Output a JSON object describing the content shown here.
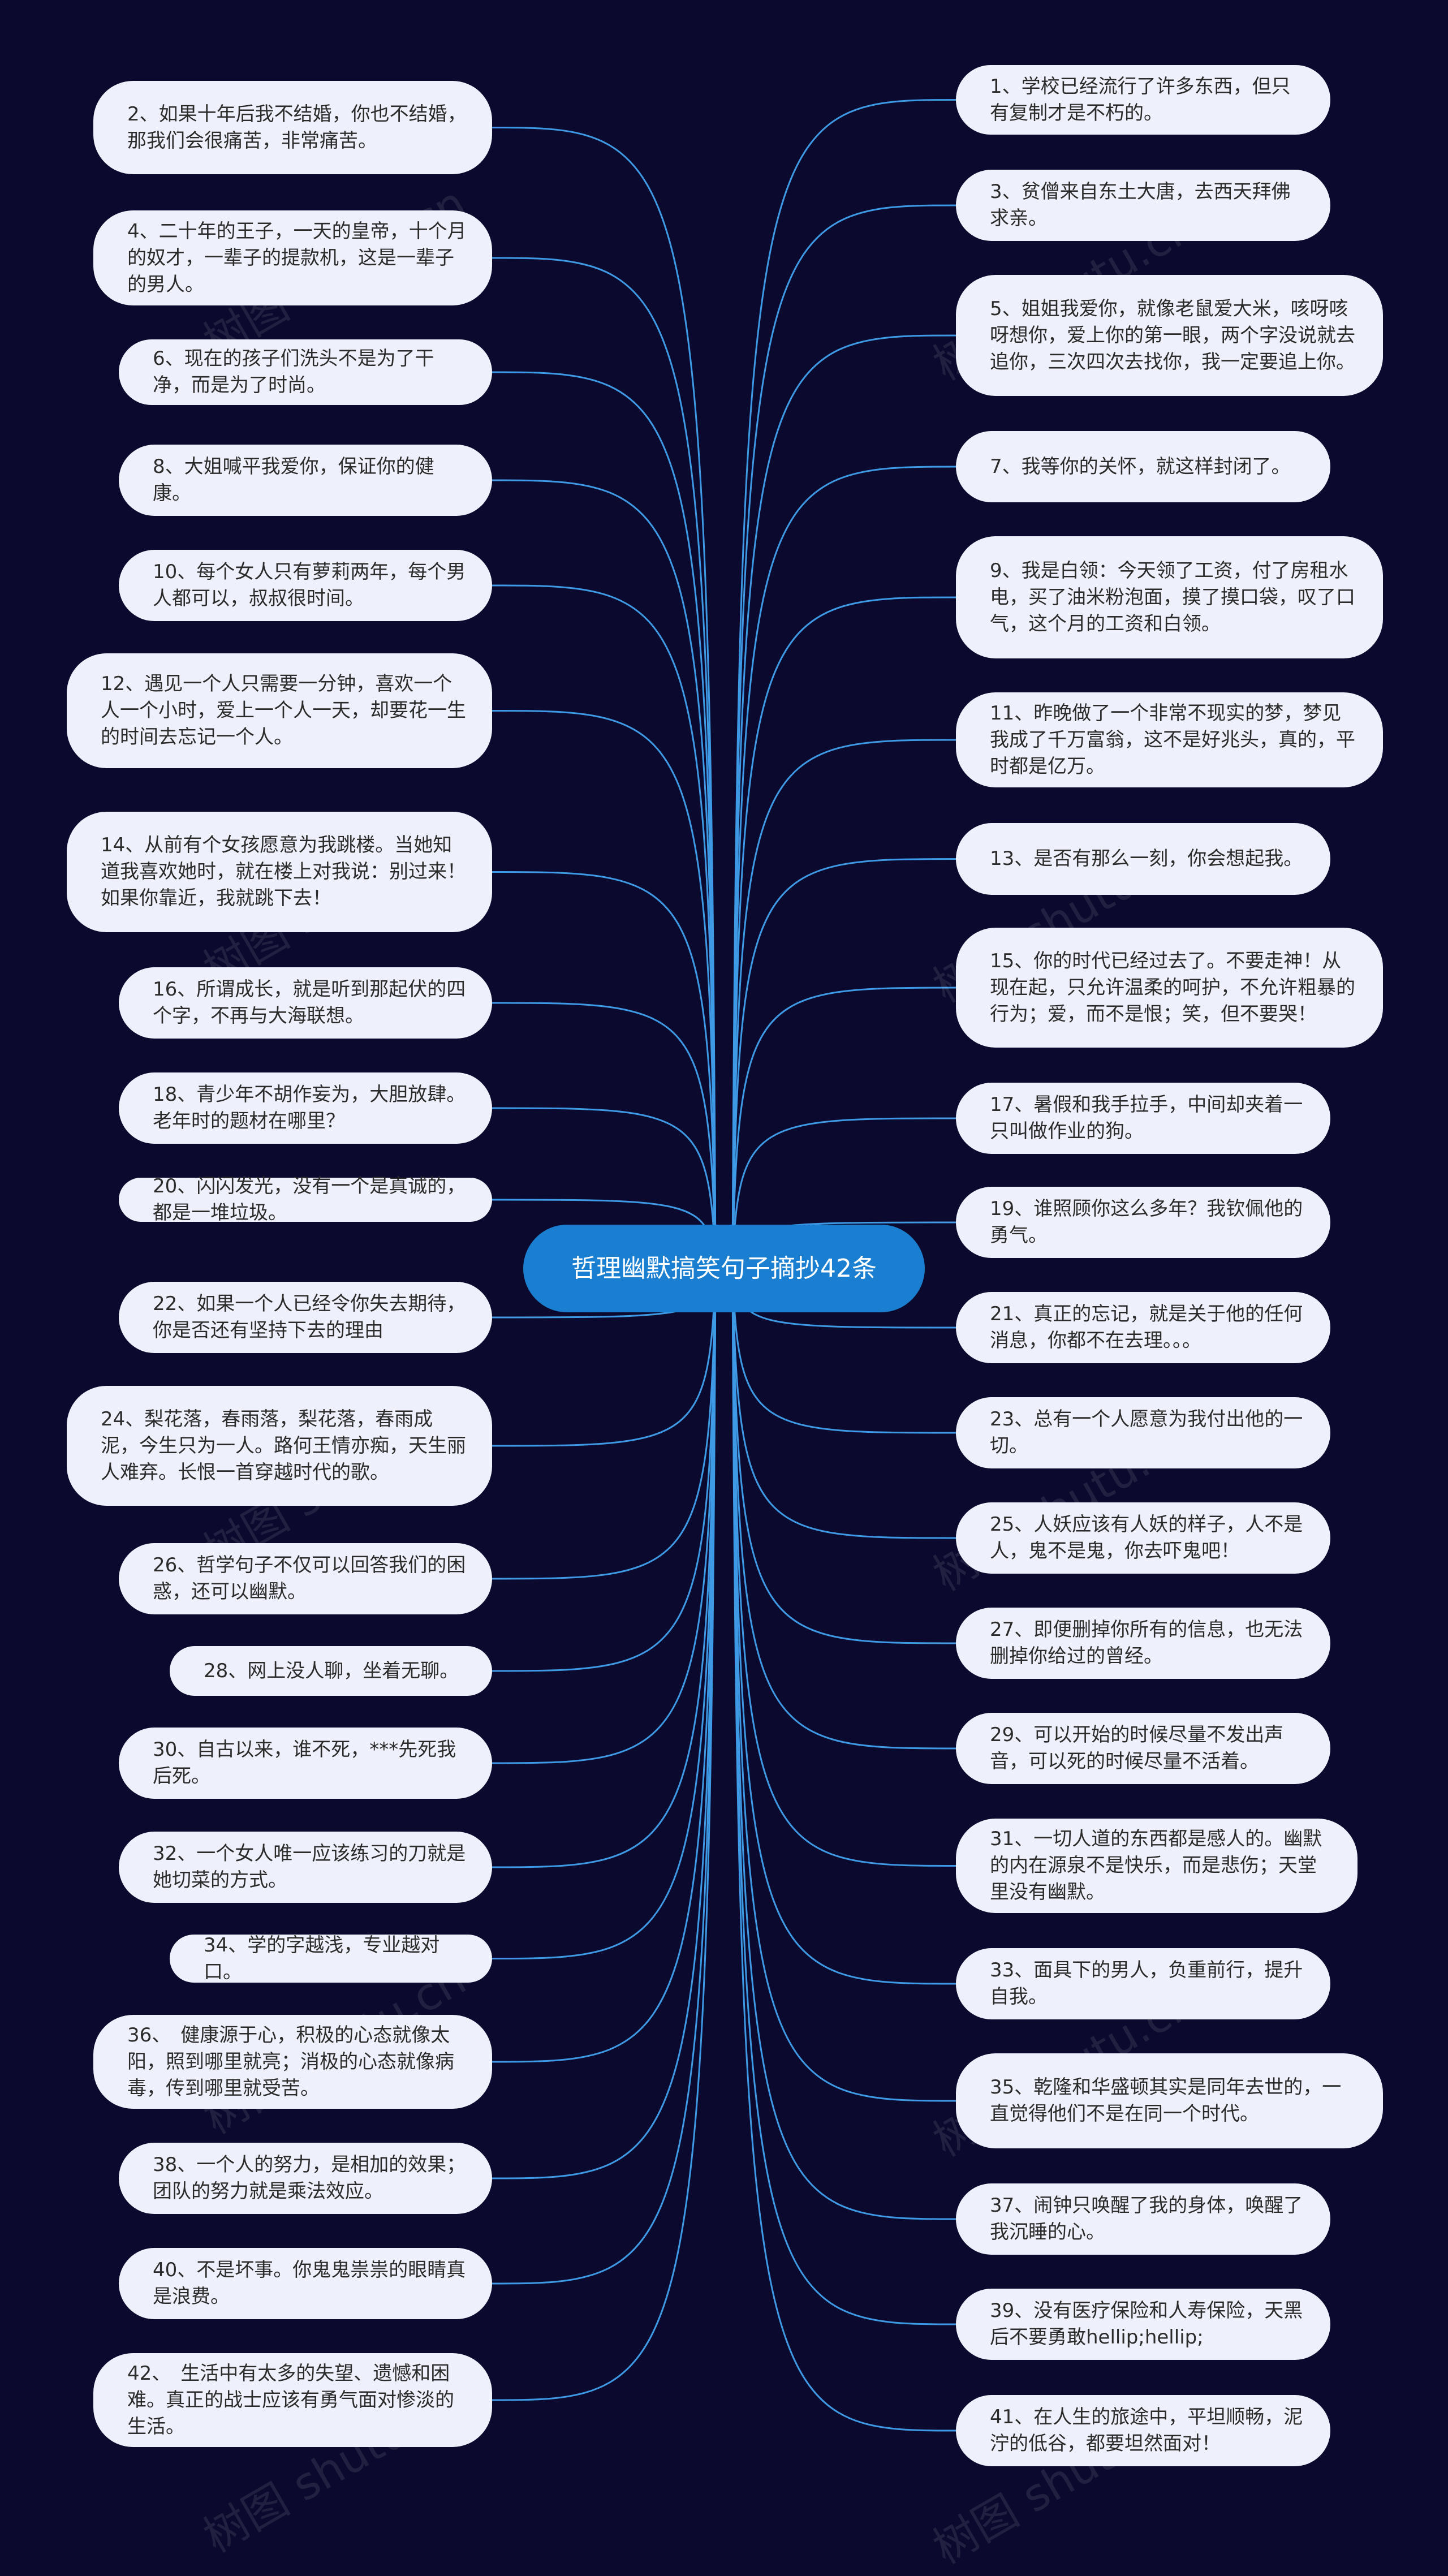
{
  "center_title": "哲理幽默搞笑句子摘抄42条",
  "watermark_text": "树图 shutu.cn",
  "colors": {
    "background": "#0b0a2e",
    "center": "#1b7fd1",
    "node": "#eef1fb",
    "link": "#3f9ae6"
  },
  "left_nodes": [
    {
      "text": "2、如果十年后我不结婚，你也不结婚，那我们会很痛苦，非常痛苦。"
    },
    {
      "text": "4、二十年的王子，一天的皇帝，十个月的奴才，一辈子的提款机，这是一辈子的男人。"
    },
    {
      "text": "6、现在的孩子们洗头不是为了干净，而是为了时尚。"
    },
    {
      "text": "8、大姐喊平我爱你，保证你的健康。"
    },
    {
      "text": "10、每个女人只有萝莉两年，每个男人都可以，叔叔很时间。"
    },
    {
      "text": "12、遇见一个人只需要一分钟，喜欢一个人一个小时，爱上一个人一天，却要花一生的时间去忘记一个人。"
    },
    {
      "text": "14、从前有个女孩愿意为我跳楼。当她知道我喜欢她时，就在楼上对我说：别过来！如果你靠近，我就跳下去！"
    },
    {
      "text": "16、所谓成长，就是听到那起伏的四个字，不再与大海联想。"
    },
    {
      "text": "18、青少年不胡作妄为，大胆放肆。老年时的题材在哪里？"
    },
    {
      "text": "20、闪闪发光，没有一个是真诚的，都是一堆垃圾。"
    },
    {
      "text": "22、如果一个人已经令你失去期待，你是否还有坚持下去的理由"
    },
    {
      "text": "24、梨花落，春雨落，梨花落，春雨成泥，今生只为一人。路何王情亦痴，天生丽人难弃。长恨一首穿越时代的歌。"
    },
    {
      "text": "26、哲学句子不仅可以回答我们的困惑，还可以幽默。"
    },
    {
      "text": "28、网上没人聊，坐着无聊。"
    },
    {
      "text": "30、自古以来，谁不死，***先死我后死。"
    },
    {
      "text": "32、一个女人唯一应该练习的刀就是她切菜的方式。"
    },
    {
      "text": "34、学的字越浅，专业越对口。"
    },
    {
      "text": "36、　健康源于心，积极的心态就像太阳，照到哪里就亮；消极的心态就像病毒，传到哪里就受苦。"
    },
    {
      "text": "38、一个人的努力，是相加的效果；团队的努力就是乘法效应。"
    },
    {
      "text": "40、不是坏事。你鬼鬼祟祟的眼睛真是浪费。"
    },
    {
      "text": "42、　生活中有太多的失望、遗憾和困难。真正的战士应该有勇气面对惨淡的生活。"
    }
  ],
  "right_nodes": [
    {
      "text": "1、学校已经流行了许多东西，但只有复制才是不朽的。"
    },
    {
      "text": "3、贫僧来自东土大唐，去西天拜佛求亲。"
    },
    {
      "text": "5、姐姐我爱你，就像老鼠爱大米，咳呀咳呀想你，爱上你的第一眼，两个字没说就去追你，三次四次去找你，我一定要追上你。"
    },
    {
      "text": "7、我等你的关怀，就这样封闭了。"
    },
    {
      "text": "9、我是白领：今天领了工资，付了房租水电，买了油米粉泡面，摸了摸口袋，叹了口气，这个月的工资和白领。"
    },
    {
      "text": "11、昨晚做了一个非常不现实的梦，梦见我成了千万富翁，这不是好兆头，真的，平时都是亿万。"
    },
    {
      "text": "13、是否有那么一刻，你会想起我。"
    },
    {
      "text": "15、你的时代已经过去了。不要走神！从现在起，只允许温柔的呵护，不允许粗暴的行为；爱，而不是恨；笑，但不要哭！"
    },
    {
      "text": "17、暑假和我手拉手，中间却夹着一只叫做作业的狗。"
    },
    {
      "text": "19、谁照顾你这么多年？我钦佩他的勇气。"
    },
    {
      "text": "21、真正的忘记，就是关于他的任何消息，你都不在去理。。。"
    },
    {
      "text": "23、总有一个人愿意为我付出他的一切。"
    },
    {
      "text": "25、人妖应该有人妖的样子，人不是人，鬼不是鬼，你去吓鬼吧！"
    },
    {
      "text": "27、即便删掉你所有的信息，也无法删掉你给过的曾经。"
    },
    {
      "text": "29、可以开始的时候尽量不发出声音，可以死的时候尽量不活着。"
    },
    {
      "text": "31、一切人道的东西都是感人的。幽默的内在源泉不是快乐，而是悲伤；天堂里没有幽默。"
    },
    {
      "text": "33、面具下的男人，负重前行，提升自我。"
    },
    {
      "text": "35、乾隆和华盛顿其实是同年去世的，一直觉得他们不是在同一个时代。"
    },
    {
      "text": "37、闹钟只唤醒了我的身体，唤醒了我沉睡的心。"
    },
    {
      "text": "39、没有医疗保险和人寿保险，天黑后不要勇敢hellip;hellip;"
    },
    {
      "text": "41、在人生的旅途中，平坦顺畅，泥泞的低谷，都要坦然面对！"
    }
  ]
}
